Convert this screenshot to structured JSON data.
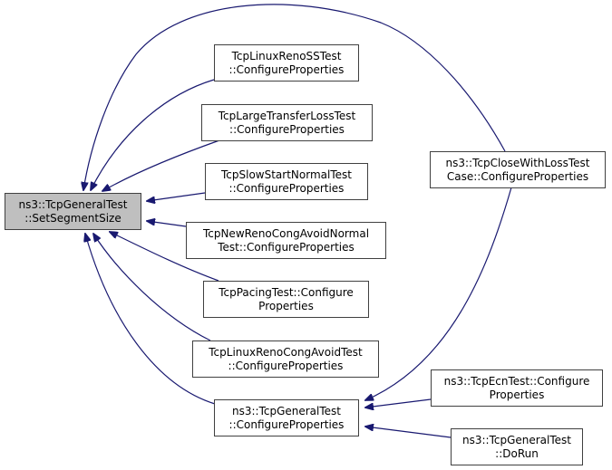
{
  "diagram": {
    "type": "doxygen-caller-graph",
    "edge_color": "#191970",
    "root": {
      "id": "root",
      "lines": [
        "ns3::TcpGeneralTest",
        "::SetSegmentSize"
      ],
      "fill": "#bfbfbf"
    },
    "nodes": [
      {
        "id": "n1",
        "lines": [
          "TcpLinuxRenoSSTest",
          "::ConfigureProperties"
        ]
      },
      {
        "id": "n2",
        "lines": [
          "TcpLargeTransferLossTest",
          "::ConfigureProperties"
        ]
      },
      {
        "id": "n3",
        "lines": [
          "TcpSlowStartNormalTest",
          "::ConfigureProperties"
        ]
      },
      {
        "id": "n4",
        "lines": [
          "TcpNewRenoCongAvoidNormal",
          "Test::ConfigureProperties"
        ]
      },
      {
        "id": "n5",
        "lines": [
          "TcpPacingTest::Configure",
          "Properties"
        ]
      },
      {
        "id": "n6",
        "lines": [
          "TcpLinuxRenoCongAvoidTest",
          "::ConfigureProperties"
        ]
      },
      {
        "id": "n7",
        "lines": [
          "ns3::TcpGeneralTest",
          "::ConfigureProperties"
        ]
      },
      {
        "id": "n8",
        "lines": [
          "ns3::TcpCloseWithLossTest",
          "Case::ConfigureProperties"
        ]
      },
      {
        "id": "n9",
        "lines": [
          "ns3::TcpEcnTest::Configure",
          "Properties"
        ]
      },
      {
        "id": "n10",
        "lines": [
          "ns3::TcpGeneralTest",
          "::DoRun"
        ]
      }
    ],
    "edges": [
      {
        "from": "n1",
        "to": "root"
      },
      {
        "from": "n2",
        "to": "root"
      },
      {
        "from": "n3",
        "to": "root"
      },
      {
        "from": "n4",
        "to": "root"
      },
      {
        "from": "n5",
        "to": "root"
      },
      {
        "from": "n6",
        "to": "root"
      },
      {
        "from": "n7",
        "to": "root"
      },
      {
        "from": "n8",
        "to": "root"
      },
      {
        "from": "n8",
        "to": "n7"
      },
      {
        "from": "n9",
        "to": "n7"
      },
      {
        "from": "n10",
        "to": "n7"
      }
    ]
  }
}
